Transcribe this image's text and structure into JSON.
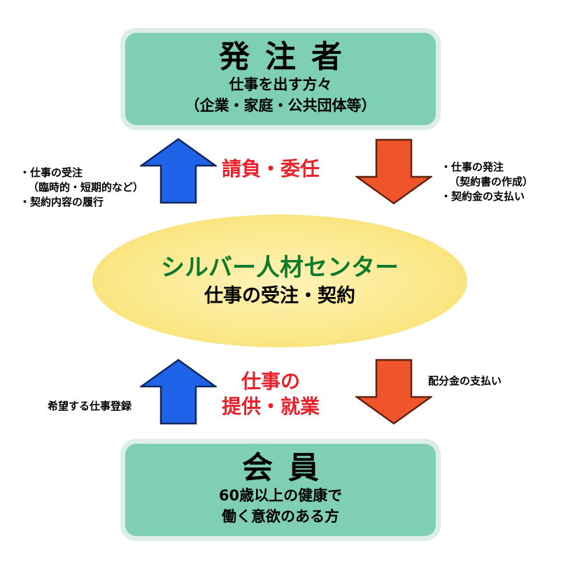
{
  "client": {
    "title": "発注者",
    "line1": "仕事を出す方々",
    "line2": "（企業・家庭・公共団体等）"
  },
  "center": {
    "title": "シルバー人材センター",
    "subtitle": "仕事の受注・契約"
  },
  "member": {
    "title": "会員",
    "line1": "60歳以上の健康で",
    "line2": "働く意欲のある方"
  },
  "upper_label": "請負・委任",
  "lower_label": {
    "line1": "仕事の",
    "line2": "提供・就業"
  },
  "upper_left_notes": [
    "・仕事の受注",
    "（臨時的・短期的など）",
    "・契約内容の履行"
  ],
  "upper_right_notes": [
    "・仕事の発注",
    "（契約書の作成）",
    "・契約金の支払い"
  ],
  "lower_left_note": "希望する仕事登録",
  "lower_right_note": "配分金の支払い",
  "colors": {
    "box_fill": "#7fcfb4",
    "box_border": "#dceee6",
    "ellipse_fill": "#fbe98d",
    "center_title": "#0e7a2c",
    "red_label": "#e8202a",
    "arrow_up": "#1f63e8",
    "arrow_down": "#f0542a"
  }
}
